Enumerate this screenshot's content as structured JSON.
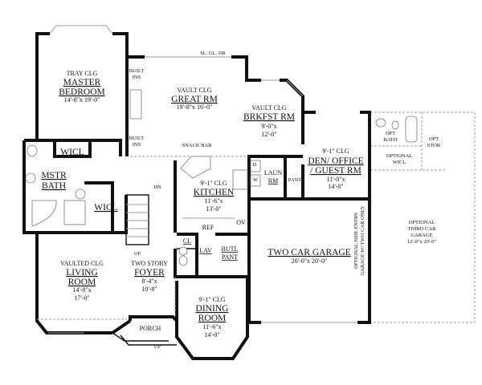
{
  "plan": {
    "top_door": "SL. GL. DR",
    "built_ins_1": [
      "BUILT",
      "INS"
    ],
    "built_ins_2": [
      "BUILT",
      "INS"
    ],
    "snack_bar": "SNACK BAR",
    "master_bedroom": {
      "ceiling": "TRAY CLG",
      "name": [
        "MASTER",
        "BEDROOM"
      ],
      "size": "14'-8\"x 19'-0\""
    },
    "great_room": {
      "ceiling": "VAULT CLG",
      "name": "GREAT RM",
      "size": "19'-8\"x 16'-0\""
    },
    "breakfast_room": {
      "ceiling": "VAULT CLG",
      "name": "BRKFST RM",
      "size": [
        "9'-0\"x",
        "12'-0\""
      ]
    },
    "den": {
      "ceiling": "9'-1\" CLG",
      "name": [
        "DEN/ OFFICE",
        "/ GUEST RM"
      ],
      "size": [
        "11'-0\"x",
        "14'-0\""
      ]
    },
    "opt_bath": [
      "OPT",
      "BATH"
    ],
    "opt_stor": [
      "OPT",
      "STOR"
    ],
    "optional_wicl": [
      "OPTIONAL",
      "WICL"
    ],
    "wicl_1": "WICL",
    "wicl_2": "WICL",
    "mstr_bath": [
      "MSTR",
      "BATH"
    ],
    "kitchen": {
      "ceiling": "9'-1\" CLG",
      "name": "KITCHEN",
      "size": [
        "11'-6\"x",
        "13'-0\""
      ]
    },
    "laundry": [
      "LAUN",
      "RM"
    ],
    "pantry": "PANT",
    "dryer": "D",
    "washer": "W",
    "dn": "DN",
    "up_stairs": "UP",
    "ref": "REF",
    "ov": "OV",
    "cl": "CL",
    "lav": "LAV",
    "butler_pantry": [
      "BUTL",
      "PANT"
    ],
    "garage": {
      "name": "TWO CAR GARAGE",
      "size": "20'-0\"x 20'-0\"",
      "side_note": [
        "OPTIONAL SIDE ENTRY",
        "GARAGE W/ TWO CAR ONLY"
      ]
    },
    "third_garage": {
      "name": [
        "OPTIONAL",
        "THIRD CAR",
        "GARAGE"
      ],
      "size": "12'-0\"x 20'-0\""
    },
    "living_room": {
      "ceiling": "VAULTED CLG",
      "name": [
        "LIVING",
        "ROOM"
      ],
      "size": [
        "14'-8\"x",
        "17'-0\""
      ]
    },
    "foyer": {
      "ceiling": "TWO STORY",
      "name": "FOYER",
      "size": [
        "8'-4\"x",
        "10'-8\""
      ]
    },
    "dining_room": {
      "ceiling": "9'-1\" CLG",
      "name": [
        "DINING",
        "ROOM"
      ],
      "size": [
        "11'-6\"x",
        "14'-0\""
      ]
    },
    "porch": "PORCH",
    "up_porch": "UP"
  }
}
